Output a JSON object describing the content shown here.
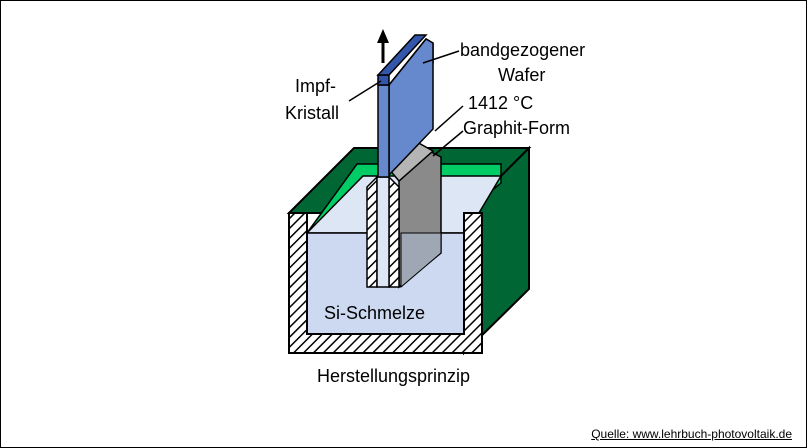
{
  "labels": {
    "wafer_line1": "bandgezogener",
    "wafer_line2": "Wafer",
    "seed_line1": "Impf-",
    "seed_line2": "Kristall",
    "temperature": "1412 °C",
    "mold": "Graphit-Form",
    "melt": "Si-Schmelze",
    "caption": "Herstellungsprinzip"
  },
  "source": "Quelle: www.lehrbuch-photovoltaik.de",
  "colors": {
    "crucible_dark_green": "#006633",
    "crucible_light_green": "#00CC66",
    "melt_blue": "#CCD9F0",
    "wafer_blue": "#6688CC",
    "wafer_dark_blue": "#3355AA",
    "graphite_gray": "#999999"
  }
}
